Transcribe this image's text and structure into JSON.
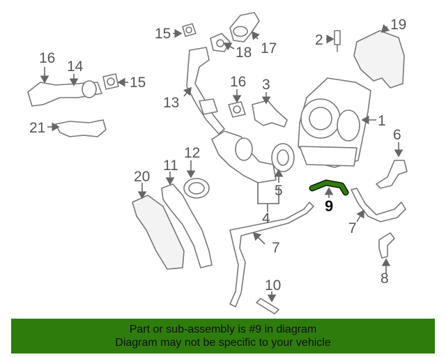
{
  "diagram": {
    "callouts": {
      "c1": "1",
      "c2": "2",
      "c3": "3",
      "c4": "4",
      "c5": "5",
      "c6": "6",
      "c7a": "7",
      "c7b": "7",
      "c8": "8",
      "c9": "9",
      "c10": "10",
      "c11": "11",
      "c12": "12",
      "c13": "13",
      "c14": "14",
      "c15a": "15",
      "c15b": "15",
      "c16a": "16",
      "c16b": "16",
      "c17": "17",
      "c18": "18",
      "c19": "19",
      "c20": "20",
      "c21": "21"
    },
    "highlight_part": "9",
    "colors": {
      "highlight": "#2e7d0c",
      "line": "#777777",
      "banner": "#2e7d0c"
    }
  },
  "banner": {
    "line1": "Part or sub-assembly is #9 in diagram",
    "line2": "Diagram may not be specific to your vehicle"
  }
}
